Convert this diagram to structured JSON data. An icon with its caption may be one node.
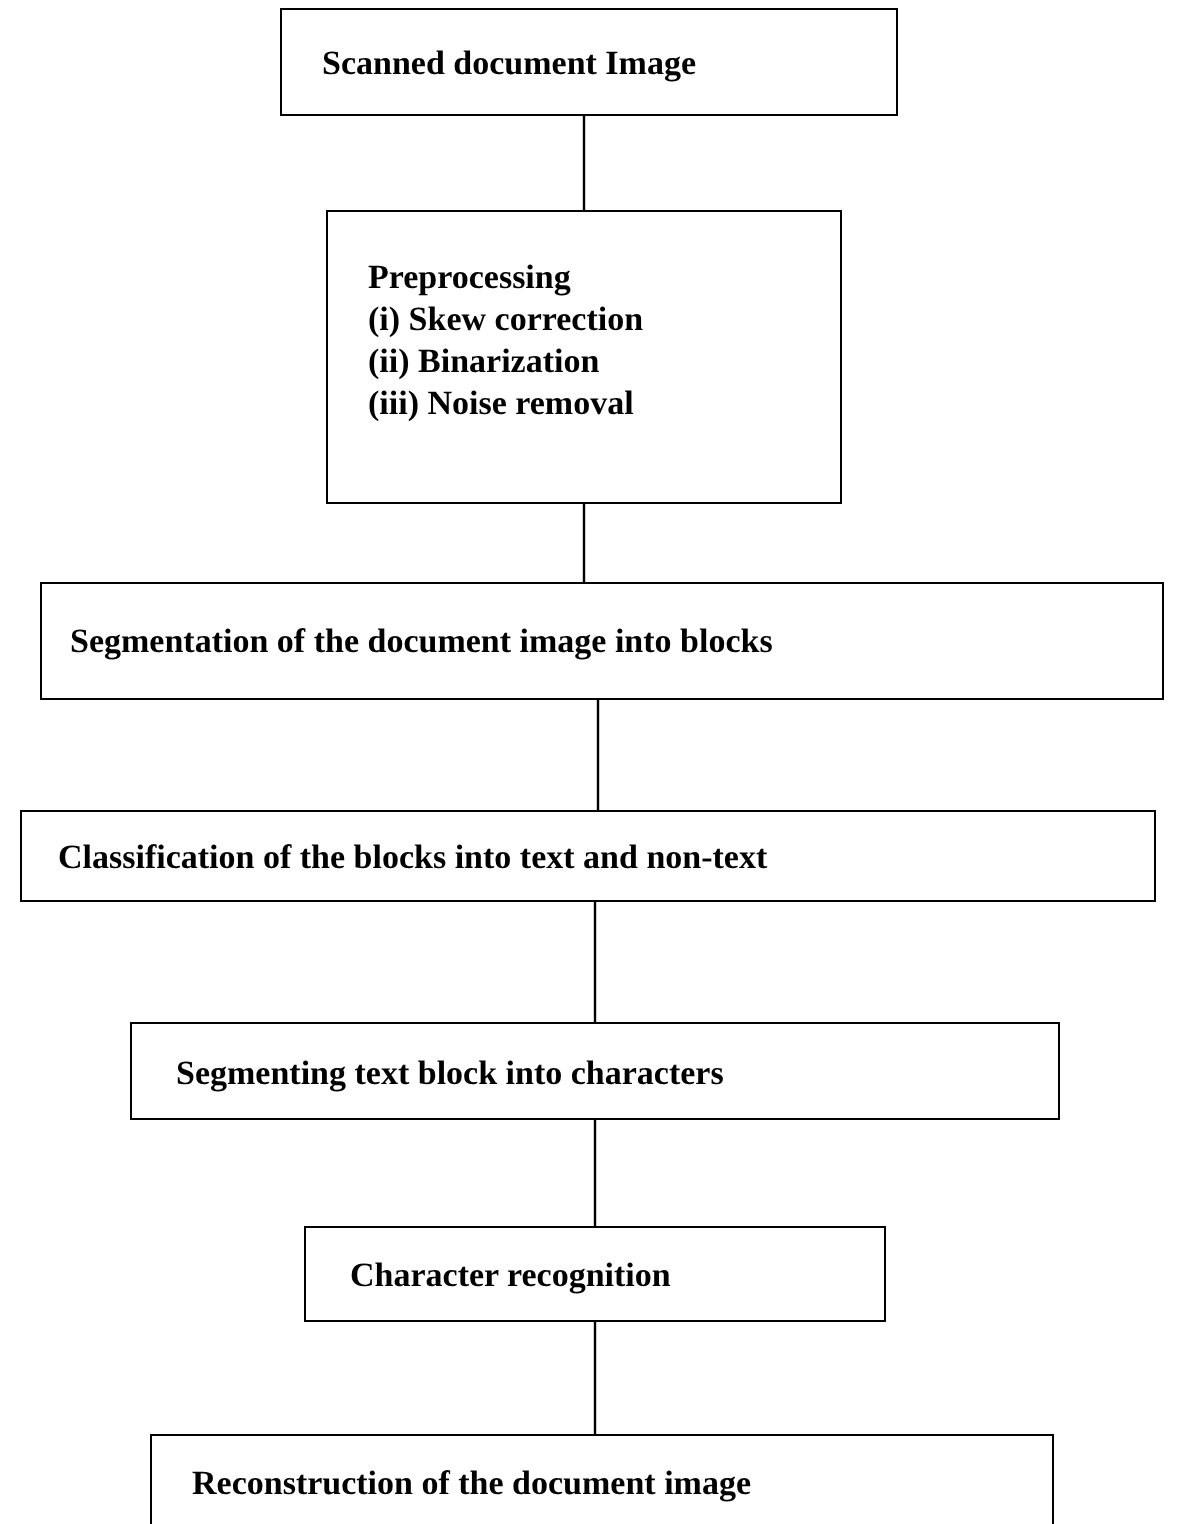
{
  "diagram": {
    "nodes": [
      {
        "text": [
          "Scanned document Image"
        ]
      },
      {
        "text": [
          "Preprocessing",
          "(i) Skew correction",
          "(ii) Binarization",
          "(iii) Noise removal"
        ]
      },
      {
        "text": [
          "Segmentation of the document image into blocks"
        ]
      },
      {
        "text": [
          "Classification of the blocks into text and non-text"
        ]
      },
      {
        "text": [
          "Segmenting text block into characters"
        ]
      },
      {
        "text": [
          "Character recognition"
        ]
      },
      {
        "text": [
          "Reconstruction of the document image"
        ]
      }
    ],
    "edges": [
      {
        "from": 0,
        "to": 1,
        "arrow": "none"
      },
      {
        "from": 1,
        "to": 2,
        "arrow": "none"
      },
      {
        "from": 2,
        "to": 3,
        "arrow": "none"
      },
      {
        "from": 3,
        "to": 4,
        "arrow": "none"
      },
      {
        "from": 4,
        "to": 5,
        "arrow": "none"
      },
      {
        "from": 5,
        "to": 6,
        "arrow": "none"
      }
    ]
  }
}
